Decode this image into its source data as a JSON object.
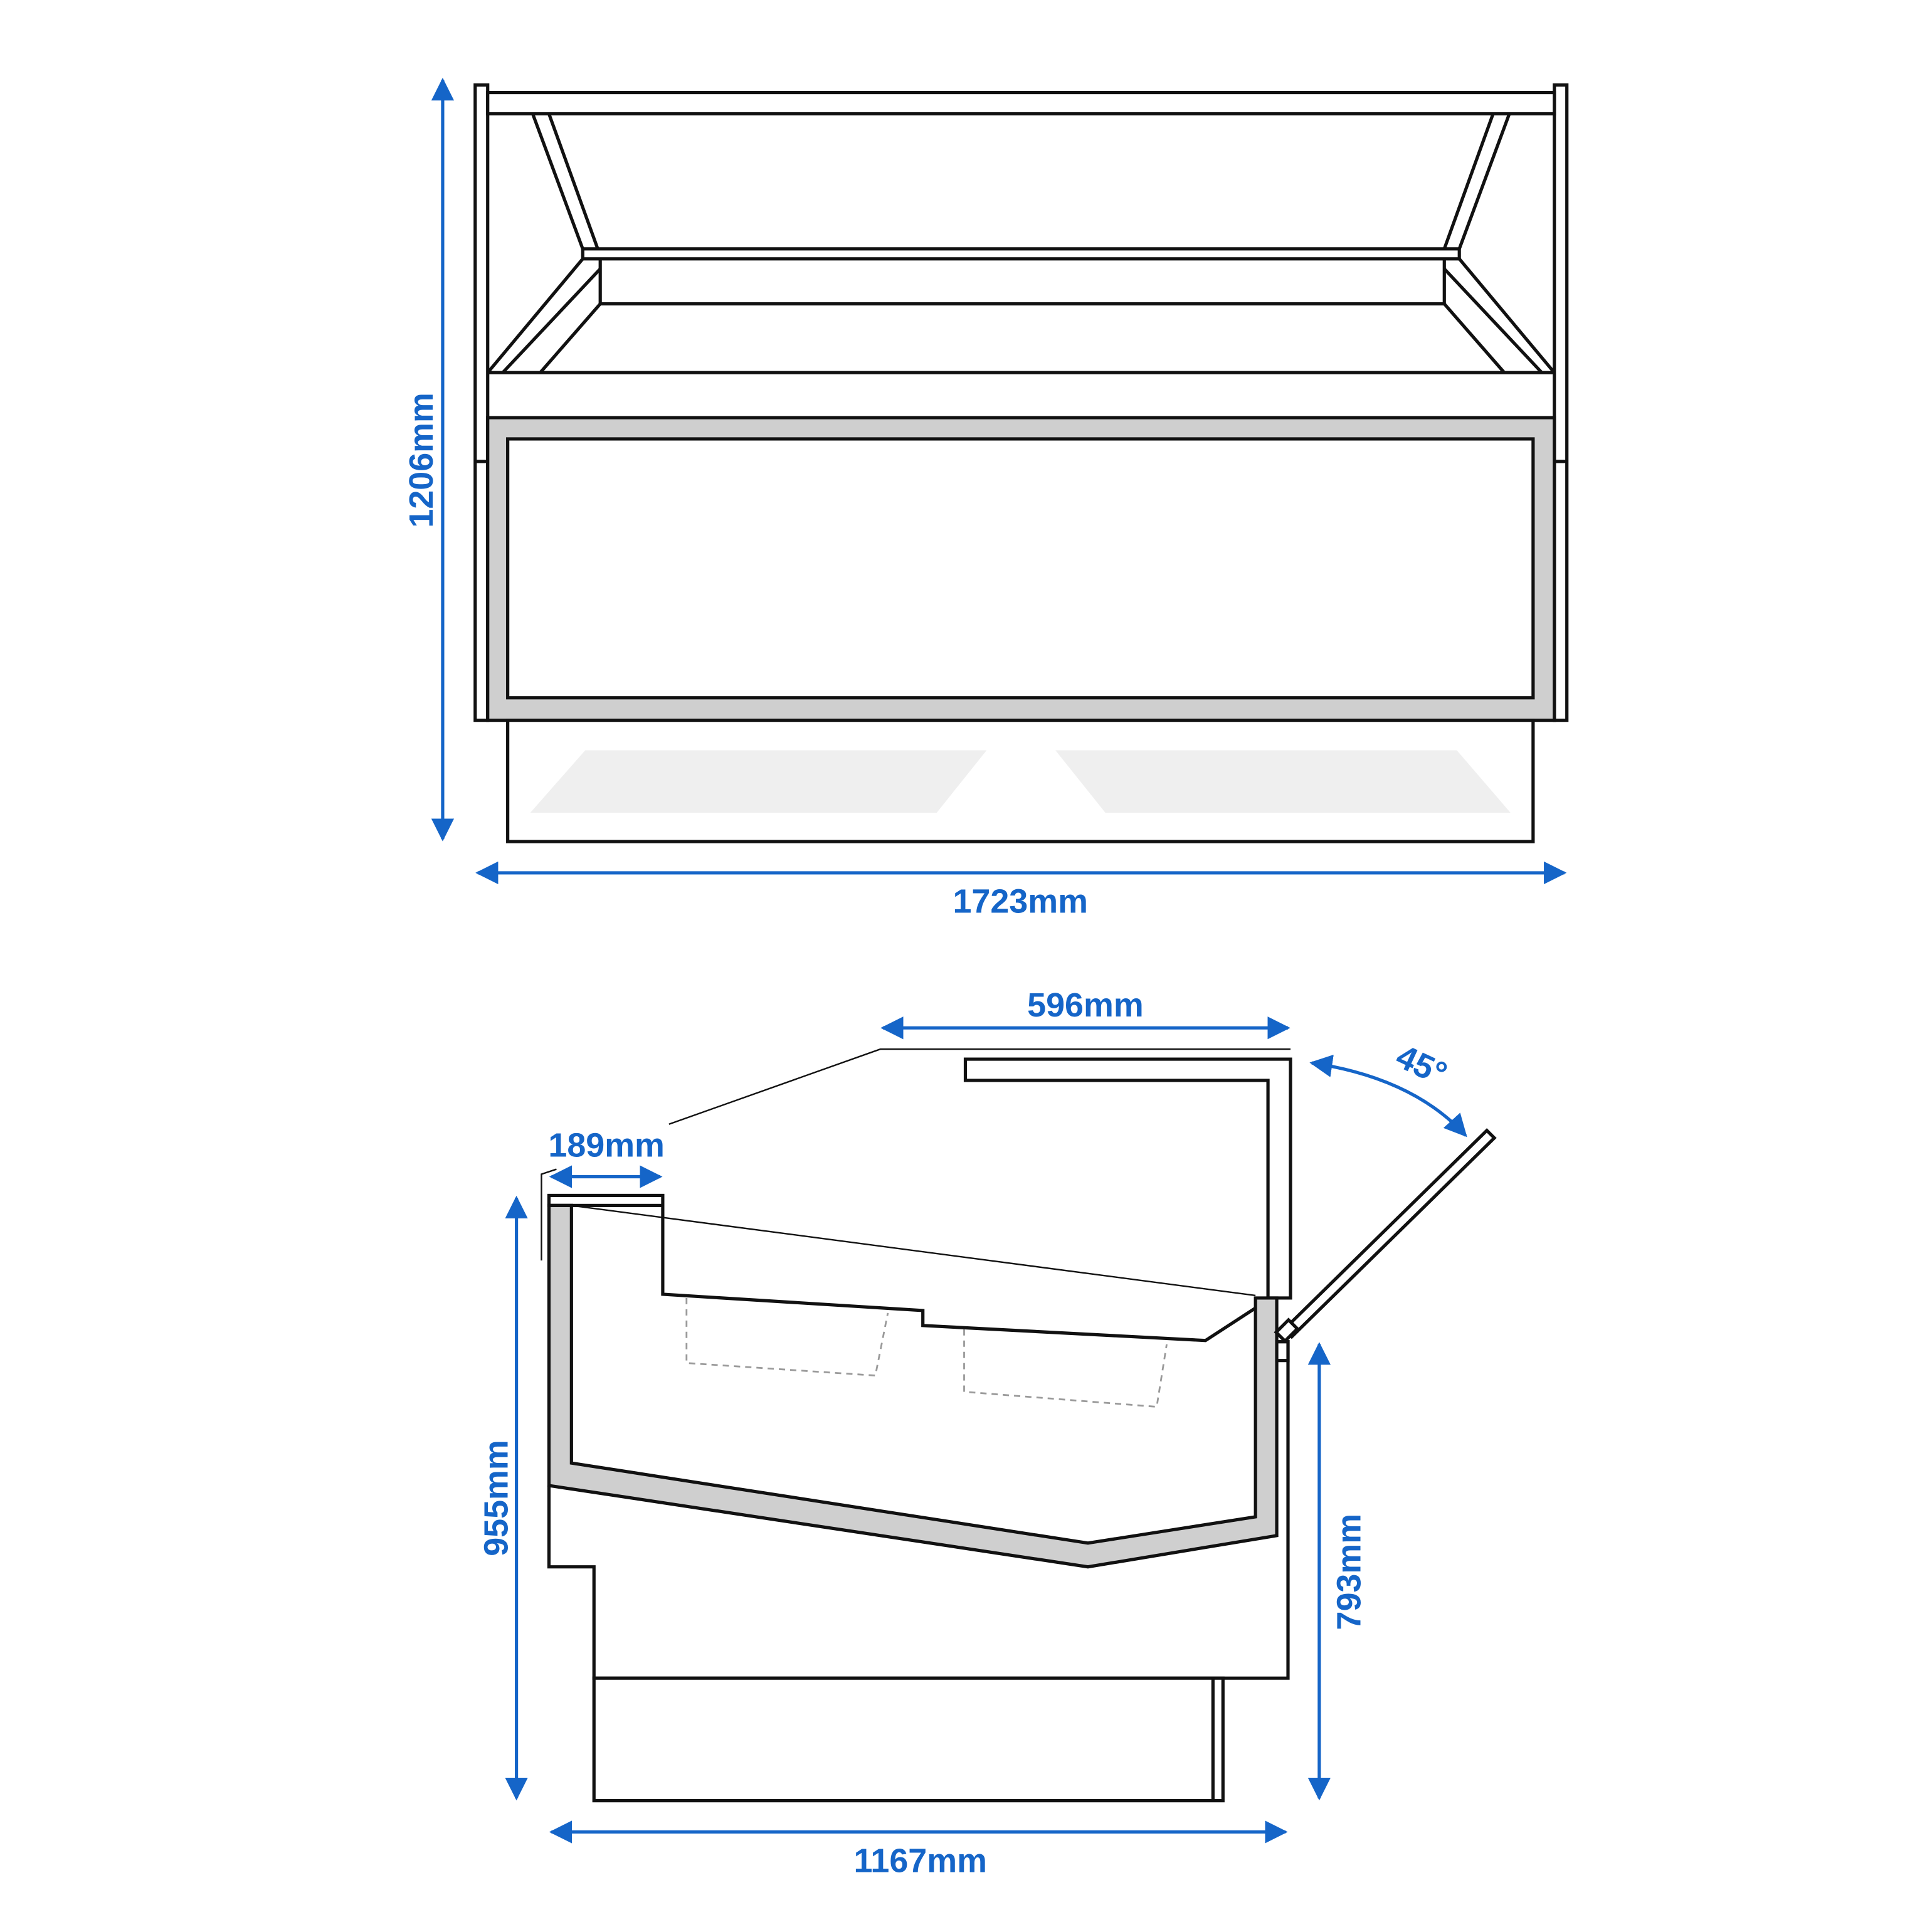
{
  "dimension_color": "#1565c8",
  "front_view": {
    "height_label": "1206mm",
    "width_label": "1723mm"
  },
  "side_view": {
    "top_depth_label": "596mm",
    "lip_depth_label": "189mm",
    "lid_angle_label": "45°",
    "total_height_label": "955mm",
    "counter_height_label": "793mm",
    "total_depth_label": "1167mm"
  }
}
